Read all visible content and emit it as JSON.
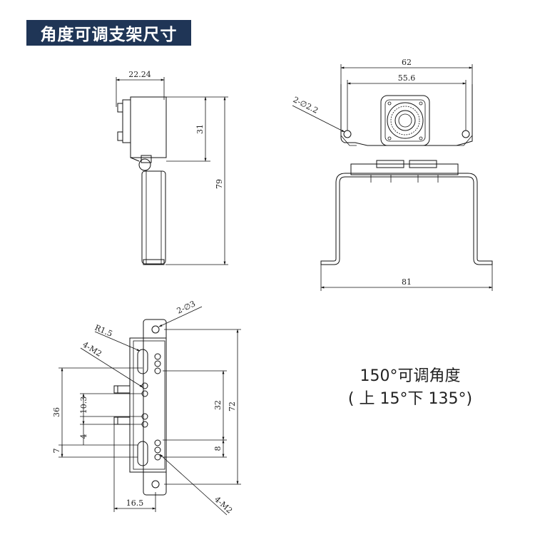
{
  "header": {
    "title": "角度可调支架尺寸"
  },
  "side_view": {
    "width_dim": "22.24",
    "upper_dim": "31",
    "total_dim": "79"
  },
  "front_view": {
    "hole_label": "2-∅2.2",
    "outer_width_dim": "62",
    "inner_width_dim": "55.6",
    "base_width_dim": "81"
  },
  "bracket_view": {
    "hole_label": "2-∅3",
    "radius_label": "R1.5",
    "thread_label_top": "4-M2",
    "thread_label_bottom": "4-M2",
    "dim_36": "36",
    "dim_10_3": "10.3",
    "dim_4": "4",
    "dim_7": "7",
    "dim_32": "32",
    "dim_8": "8",
    "dim_72": "72",
    "dim_16_5": "16.5"
  },
  "caption": {
    "line1": "150°可调角度",
    "line2": "( 上 15°下 135°)"
  }
}
